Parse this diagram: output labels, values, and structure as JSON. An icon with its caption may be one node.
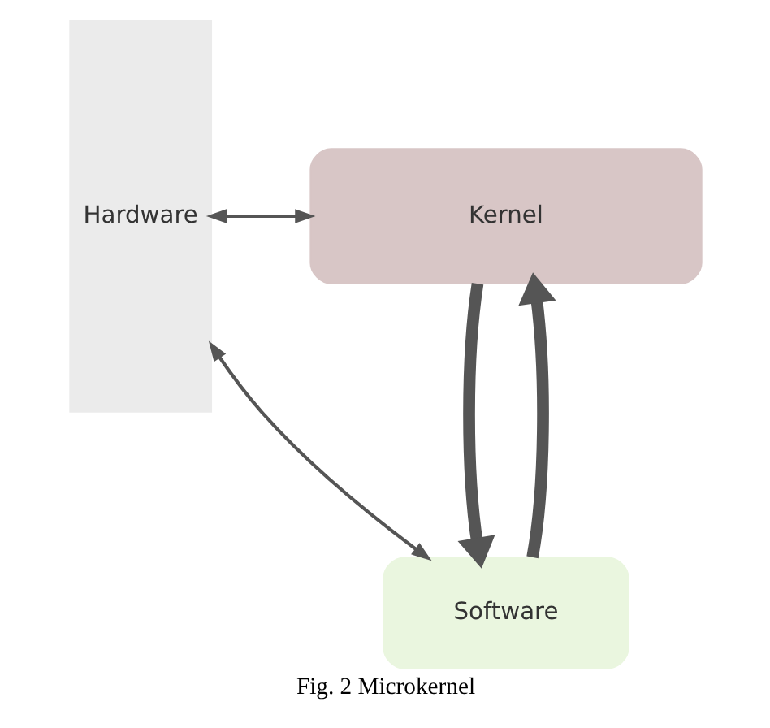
{
  "diagram": {
    "caption": "Fig. 2 Microkernel",
    "nodes": [
      {
        "text": [
          "Hardware"
        ]
      },
      {
        "text": [
          "Kernel"
        ]
      },
      {
        "text": [
          "Software"
        ]
      }
    ],
    "edges": [
      {
        "from": 0,
        "to": 1,
        "arrow": "both"
      },
      {
        "from": 2,
        "to": 1,
        "arrow": "to",
        "style": "thick"
      },
      {
        "from": 1,
        "to": 2,
        "arrow": "to",
        "style": "thick"
      },
      {
        "from": 0,
        "to": 2,
        "arrow": "both"
      }
    ]
  }
}
